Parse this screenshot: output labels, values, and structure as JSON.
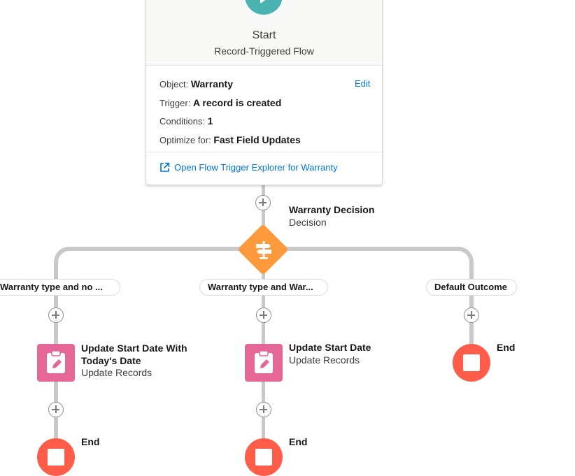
{
  "start_node": {
    "title": "Start",
    "subtitle": "Record-Triggered Flow",
    "object_label": "Object:",
    "object_value": "Warranty",
    "edit_label": "Edit",
    "trigger_label": "Trigger:",
    "trigger_value": "A record is created",
    "conditions_label": "Conditions:",
    "conditions_value": "1",
    "optimize_label": "Optimize for:",
    "optimize_value": "Fast Field Updates",
    "explorer_link": "Open Flow Trigger Explorer for Warranty"
  },
  "decision": {
    "name": "Warranty Decision",
    "type": "Decision"
  },
  "outcomes": [
    {
      "label": "Warranty type and no ..."
    },
    {
      "label": "Warranty type and War..."
    },
    {
      "label": "Default Outcome"
    }
  ],
  "branches": [
    {
      "update_name": "Update Start Date With Today's Date",
      "update_type": "Update Records",
      "end_label": "End"
    },
    {
      "update_name": "Update Start Date",
      "update_type": "Update Records",
      "end_label": "End"
    },
    {
      "end_label": "End"
    }
  ],
  "colors": {
    "start": "#4bb2b2",
    "decision": "#ff9a3c",
    "update_records": "#e56798",
    "end": "#ff5d4a",
    "link": "#0176d3",
    "connector": "#c9c9c9"
  }
}
